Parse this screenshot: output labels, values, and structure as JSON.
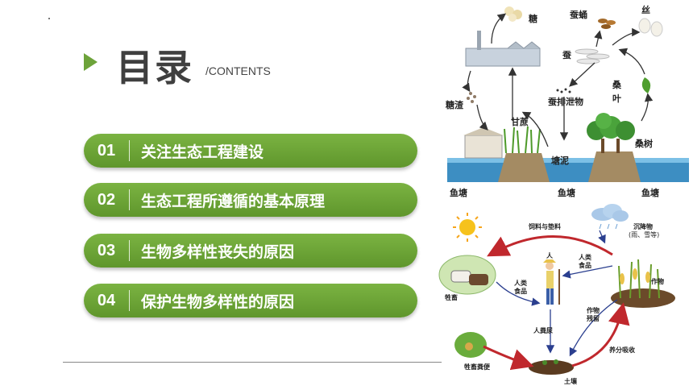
{
  "header": {
    "title": "目录",
    "subtitle": "/CONTENTS"
  },
  "menu": [
    {
      "num": "01",
      "label": "关注生态工程建设"
    },
    {
      "num": "02",
      "label": "生态工程所遵循的基本原理"
    },
    {
      "num": "03",
      "label": "生物多样性丧失的原因"
    },
    {
      "num": "04",
      "label": "保护生物多样性的原因"
    }
  ],
  "diagram1": {
    "sugar": "糖",
    "silkworm_pupa": "蚕蛹",
    "silk": "丝",
    "silkworm": "蚕",
    "mulberry_leaf": "桑\n叶",
    "bagasse": "糖渣",
    "sugarcane": "甘蔗",
    "silkworm_excrement": "蚕排泄物",
    "mulberry_tree": "桑树",
    "pond_mud": "塘泥",
    "fish_pond_left": "鱼塘",
    "fish_pond_mid": "鱼塘",
    "fish_pond_right": "鱼塘"
  },
  "diagram2": {
    "feed_bedding": "饲料与垫料",
    "precipitation": "沉降物",
    "precipitation_note": "(雨、雪等)",
    "human": "人",
    "human_food_1": "人类\n食品",
    "human_food_2": "人类\n食品",
    "livestock": "牲畜",
    "crops": "作物",
    "crop_residue": "作物\n残留",
    "human_manure": "人粪尿",
    "nutrient_absorption": "养分吸收",
    "livestock_manure": "牲畜粪便",
    "soil": "土壤"
  }
}
